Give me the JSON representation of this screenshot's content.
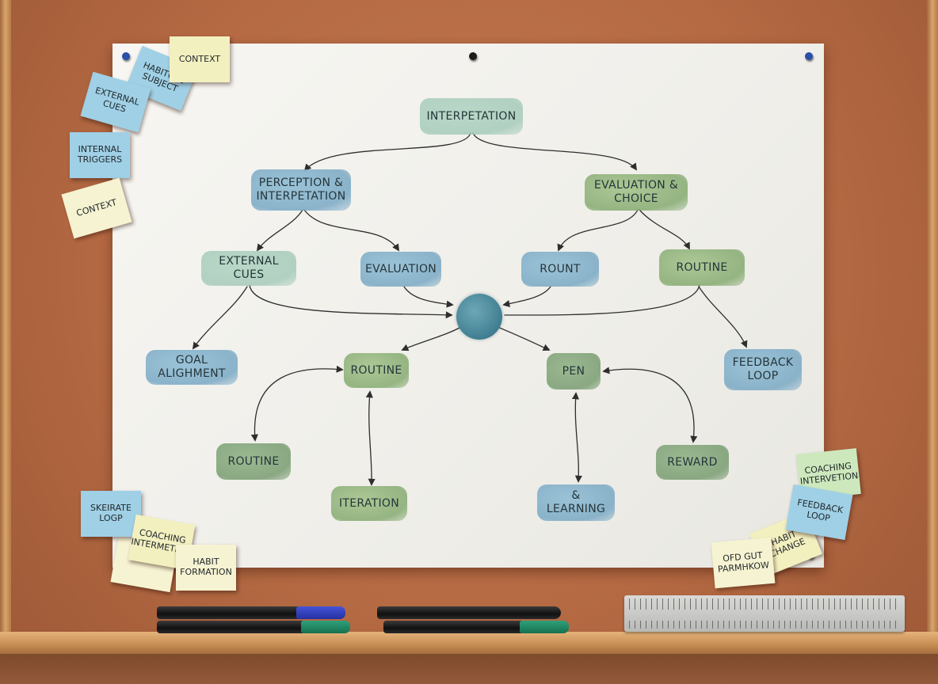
{
  "diagram": {
    "nodes": {
      "interpretation_top": "INTERPETATION",
      "perception": "PERCEPTION & INTERPETATION",
      "evaluation_choice": "EVALUATION & CHOICE",
      "external_cues": "EXTERNAL CUES",
      "evaluation": "EVALUATION",
      "rount": "ROUNT",
      "routine_right": "ROUTINE",
      "goal_alignment": "GOAL ALIGHMENT",
      "routine_center": "ROUTINE",
      "pen": "PEN",
      "feedback_loop": "FEEDBACK LOOP",
      "routine_bottom_left": "ROUTINE",
      "reward": "REWARD",
      "iteration": "ITERATION",
      "learning": "& LEARNING"
    }
  },
  "sticky_notes": {
    "context_top": "CONTEXT",
    "habitual_subject": "HABITUAL SUBJECT",
    "external_cues": "EXTERNAL CUES",
    "internal_triggers": "INTERNAL TRIGGERS",
    "context_left": "CONTEXT",
    "feedback_loop_left": "SKEIRATE LOGP",
    "coaching_left": "COACHING INTERMETION",
    "habit_formation": "HABIT FORMATION",
    "coaching_right": "COACHING INTERVETION",
    "feedback_loop_right": "FEEDBACK LOOP",
    "habit_change": "HABIT CHANGE",
    "odd_note": "OFD GUT PARMHKOW"
  }
}
